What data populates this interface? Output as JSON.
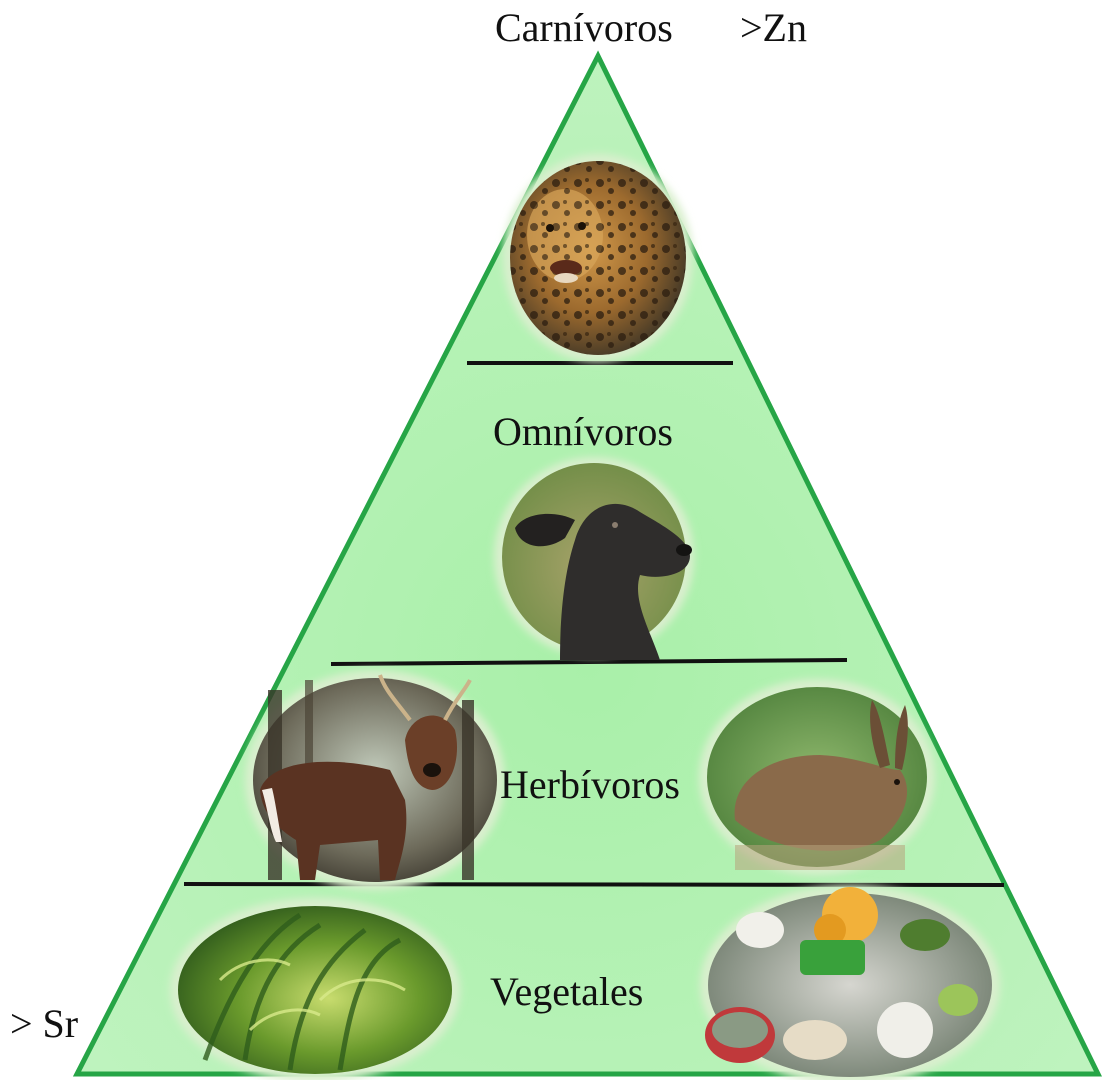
{
  "diagram": {
    "top_label_carnivores": "Carnívoros",
    "top_label_zn": ">Zn",
    "bottom_label_sr": "> Sr",
    "levels": {
      "omnivores": "Omnívoros",
      "herbivores": "Herbívoros",
      "vegetables": "Vegetales"
    },
    "images": [
      {
        "name": "jaguar-image"
      },
      {
        "name": "hairless-dog-image"
      },
      {
        "name": "deer-image"
      },
      {
        "name": "hare-image"
      },
      {
        "name": "forest-plants-image"
      },
      {
        "name": "market-produce-image"
      }
    ],
    "colors": {
      "triangle_fill": "#b3efb3",
      "triangle_stroke": "#26a546",
      "divider": "#111111"
    }
  }
}
